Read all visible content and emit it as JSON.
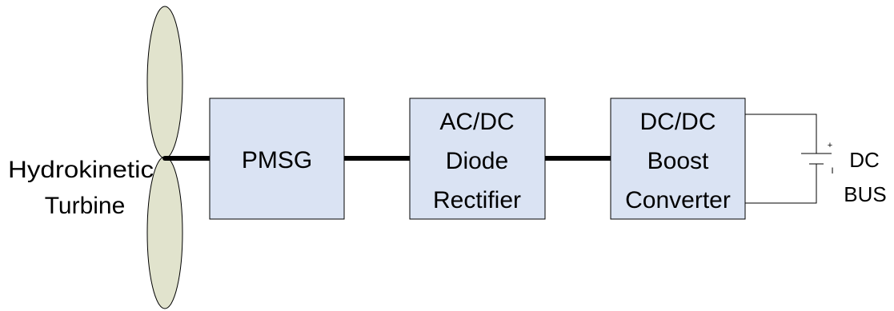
{
  "turbine": {
    "label_line1": "Hydrokinetic",
    "label_line2": "Turbine"
  },
  "blocks": {
    "pmsg": {
      "line1": "PMSG"
    },
    "rectifier": {
      "line1": "AC/DC",
      "line2": "Diode",
      "line3": "Rectifier"
    },
    "converter": {
      "line1": "DC/DC",
      "line2": "Boost",
      "line3": "Converter"
    }
  },
  "bus": {
    "line1": "DC",
    "line2": "BUS",
    "plus": "+",
    "minus": "I"
  },
  "colors": {
    "block_fill": "#dae3f3",
    "blade_fill": "#e1e3cd",
    "line": "#000000"
  }
}
